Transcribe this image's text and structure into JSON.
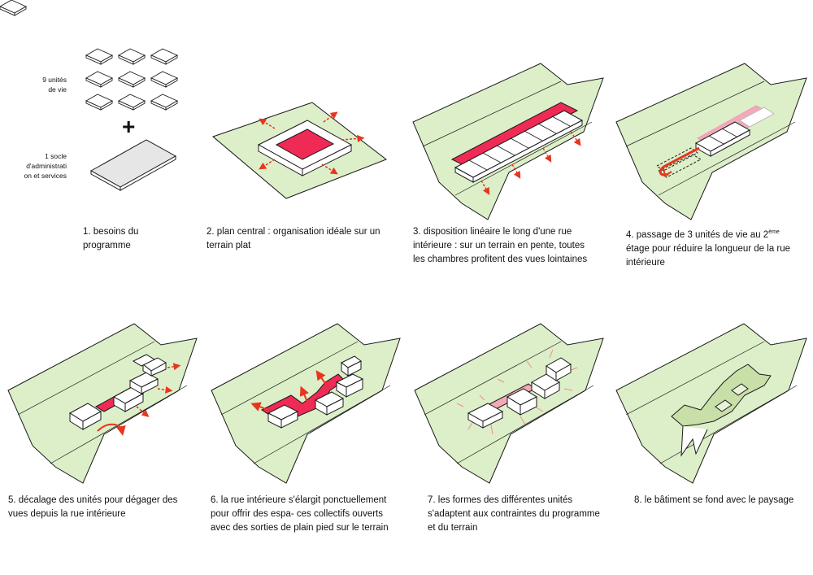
{
  "panel1": {
    "units_label_line1": "9 unités",
    "units_label_line2": "de vie",
    "plus": "+",
    "base_label_line1": "1 socle",
    "base_label_line2": "d'administrati",
    "base_label_line3": "on et services"
  },
  "captions": [
    {
      "line1": "1. besoins du",
      "line2": "programme"
    },
    {
      "line1": "2. plan central : organisation idéale sur un",
      "line2": "terrain plat"
    },
    {
      "line1": "3. disposition linéaire le long d'une rue",
      "line2": "intérieure : sur un terrain en pente, toutes",
      "line3": "les chambres profitent des vues lointaines"
    },
    {
      "line1a": "4. passage de 3 unités de  vie au 2",
      "line1sup": "ème",
      "line2": "étage pour réduire la longueur de la rue",
      "line3": "intérieure"
    },
    {
      "line1": "5. décalage des unités pour dégager des",
      "line2": "vues depuis la rue intérieure"
    },
    {
      "line1": "6. la rue intérieure s'élargit ponctuellement",
      "line2": "pour offrir des espa- ces collectifs ouverts",
      "line3": "avec des sorties de plain pied sur le terrain"
    },
    {
      "line1": "7. les formes des différentes unités",
      "line2": "s'adaptent aux contraintes du programme",
      "line3": "et du terrain"
    },
    {
      "line1": "8. le bâtiment se fond avec le paysage"
    }
  ],
  "colors": {
    "terrain": "#dcefc9",
    "accent": "#ef2a55",
    "arrow": "#e8361e",
    "outline": "#1a1a1a"
  }
}
